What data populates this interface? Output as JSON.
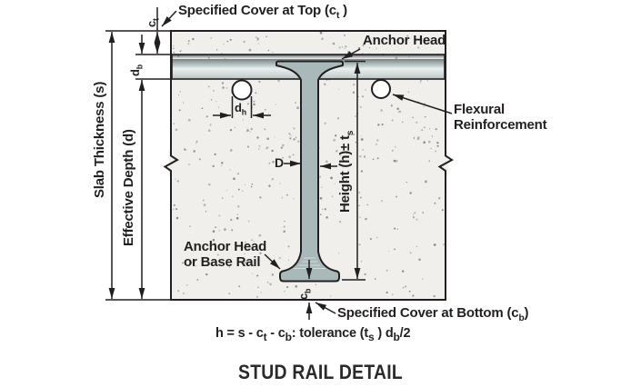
{
  "title": "STUD RAIL DETAIL",
  "labels": {
    "cover_top": {
      "pre": "Specified Cover at Top (c",
      "sub": "t",
      "post": " )"
    },
    "anchor_head": "Anchor Head",
    "flexural": {
      "line1": "Flexural",
      "line2": "Reinforcement"
    },
    "anchor_base": {
      "line1": "Anchor Head",
      "line2": "or Base Rail"
    },
    "cover_bottom": {
      "pre": "Specified Cover at Bottom (c",
      "sub": "b",
      "post": ")"
    },
    "slab_thickness": "Slab Thickness (s)",
    "effective_depth": "Effective Depth (d)",
    "height": {
      "pre": "Height (h)± t",
      "sub": "s"
    }
  },
  "dims": {
    "ct": {
      "pre": "c",
      "sub": "t"
    },
    "db": {
      "pre": "d",
      "sub": "b"
    },
    "dh": {
      "pre": "d",
      "sub": "h"
    },
    "cb": {
      "pre": "c",
      "sub": "b"
    },
    "D": "D"
  },
  "formula": {
    "p1": "h = s - c",
    "s1": "t",
    "p2": " - c",
    "s2": "b",
    "p3": ": tolerance (t",
    "s3": "s",
    "p4": " ) d",
    "s4": "b",
    "p5": "/2"
  },
  "colors": {
    "outline": "#231f20",
    "concrete": "#f0efec",
    "speckle": "#9aa09c",
    "stud_fill": "#a9b9ba",
    "bar_top": "#4a565a",
    "bar_light": "#e9efee",
    "bar_bottom": "#b5c1c2"
  }
}
